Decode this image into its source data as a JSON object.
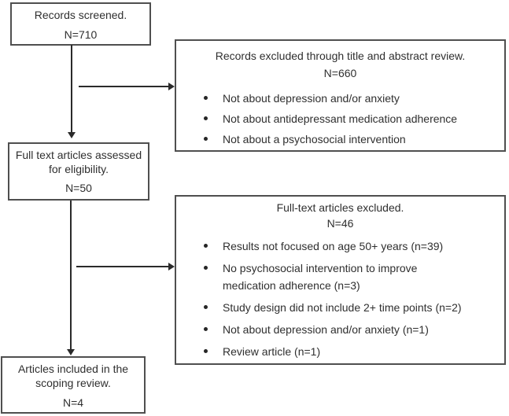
{
  "diagram": {
    "type": "flowchart",
    "colors": {
      "background": "#ffffff",
      "box_border": "#4f4f4f",
      "text": "#2f2f2f",
      "arrow": "#2a2a2a"
    },
    "boxes": {
      "screened": {
        "title": "Records screened.",
        "count": "N=710"
      },
      "assessed": {
        "title": "Full text articles assessed for eligibility.",
        "count": "N=50"
      },
      "included": {
        "title": "Articles included in the scoping review.",
        "count": "N=4"
      },
      "excluded_abstract": {
        "title": "Records excluded through title and abstract review.",
        "count": "N=660",
        "reasons": [
          "Not about depression and/or anxiety",
          "Not about antidepressant medication adherence",
          "Not about a psychosocial intervention"
        ]
      },
      "excluded_fulltext": {
        "title": "Full-text articles excluded.",
        "count": "N=46",
        "reasons": [
          "Results not focused on age 50+ years (n=39)",
          "No psychosocial intervention to improve medication adherence (n=3)",
          "Study design did not include 2+ time points (n=2)",
          "Not about depression and/or anxiety (n=1)",
          "Review article (n=1)"
        ]
      }
    }
  }
}
